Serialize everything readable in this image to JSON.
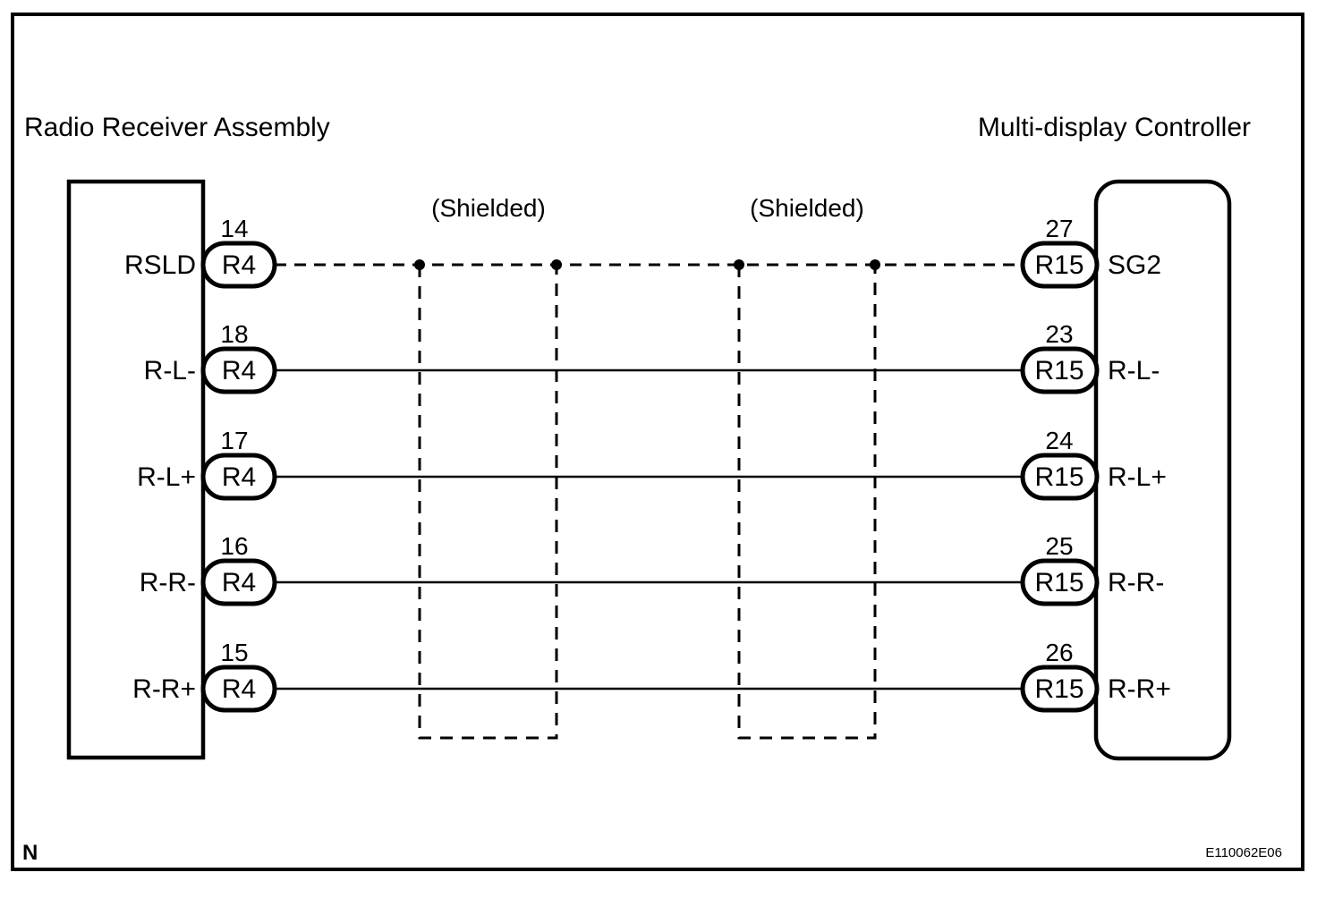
{
  "diagram": {
    "left_component": "Radio Receiver Assembly",
    "right_component": "Multi-display Controller",
    "shield_labels": [
      "(Shielded)",
      "(Shielded)"
    ],
    "note": "N",
    "figure_code": "E110062E06",
    "colors": {
      "line": "#000000",
      "background": "#ffffff"
    },
    "rows": [
      {
        "left_pin": "14",
        "left_connector": "R4",
        "left_signal": "RSLD",
        "wire_style": "dashed-shield",
        "right_pin": "27",
        "right_connector": "R15",
        "right_signal": "SG2"
      },
      {
        "left_pin": "18",
        "left_connector": "R4",
        "left_signal": "R-L-",
        "wire_style": "solid",
        "right_pin": "23",
        "right_connector": "R15",
        "right_signal": "R-L-"
      },
      {
        "left_pin": "17",
        "left_connector": "R4",
        "left_signal": "R-L+",
        "wire_style": "solid",
        "right_pin": "24",
        "right_connector": "R15",
        "right_signal": "R-L+"
      },
      {
        "left_pin": "16",
        "left_connector": "R4",
        "left_signal": "R-R-",
        "wire_style": "solid",
        "right_pin": "25",
        "right_connector": "R15",
        "right_signal": "R-R-"
      },
      {
        "left_pin": "15",
        "left_connector": "R4",
        "left_signal": "R-R+",
        "wire_style": "solid",
        "right_pin": "26",
        "right_connector": "R15",
        "right_signal": "R-R+"
      }
    ]
  }
}
